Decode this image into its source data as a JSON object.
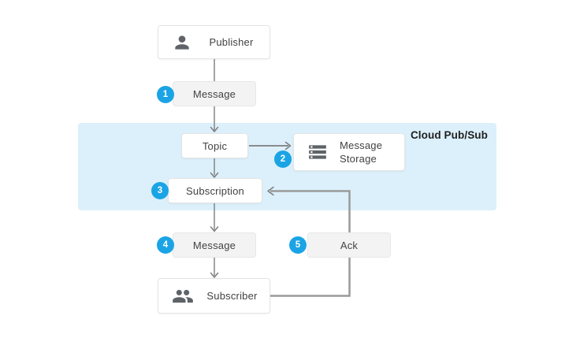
{
  "band": {
    "label": "Cloud Pub/Sub"
  },
  "nodes": {
    "publisher": {
      "label": "Publisher",
      "icon": "person-icon"
    },
    "message_in": {
      "label": "Message",
      "badge": "1"
    },
    "topic": {
      "label": "Topic"
    },
    "message_storage": {
      "label": "Message Storage",
      "badge": "2",
      "icon": "storage-icon"
    },
    "subscription": {
      "label": "Subscription",
      "badge": "3"
    },
    "message_out": {
      "label": "Message",
      "badge": "4"
    },
    "ack": {
      "label": "Ack",
      "badge": "5"
    },
    "subscriber": {
      "label": "Subscriber",
      "icon": "people-icon"
    }
  },
  "colors": {
    "band": "#dcf0fb",
    "badge": "#1ba4e5",
    "box_gray": "#f3f3f3",
    "box_border": "#e4e4e4",
    "line": "#7d7d7d",
    "feedback_line": "#9a9a9a",
    "icon": "#5f6368",
    "text": "#424242"
  }
}
